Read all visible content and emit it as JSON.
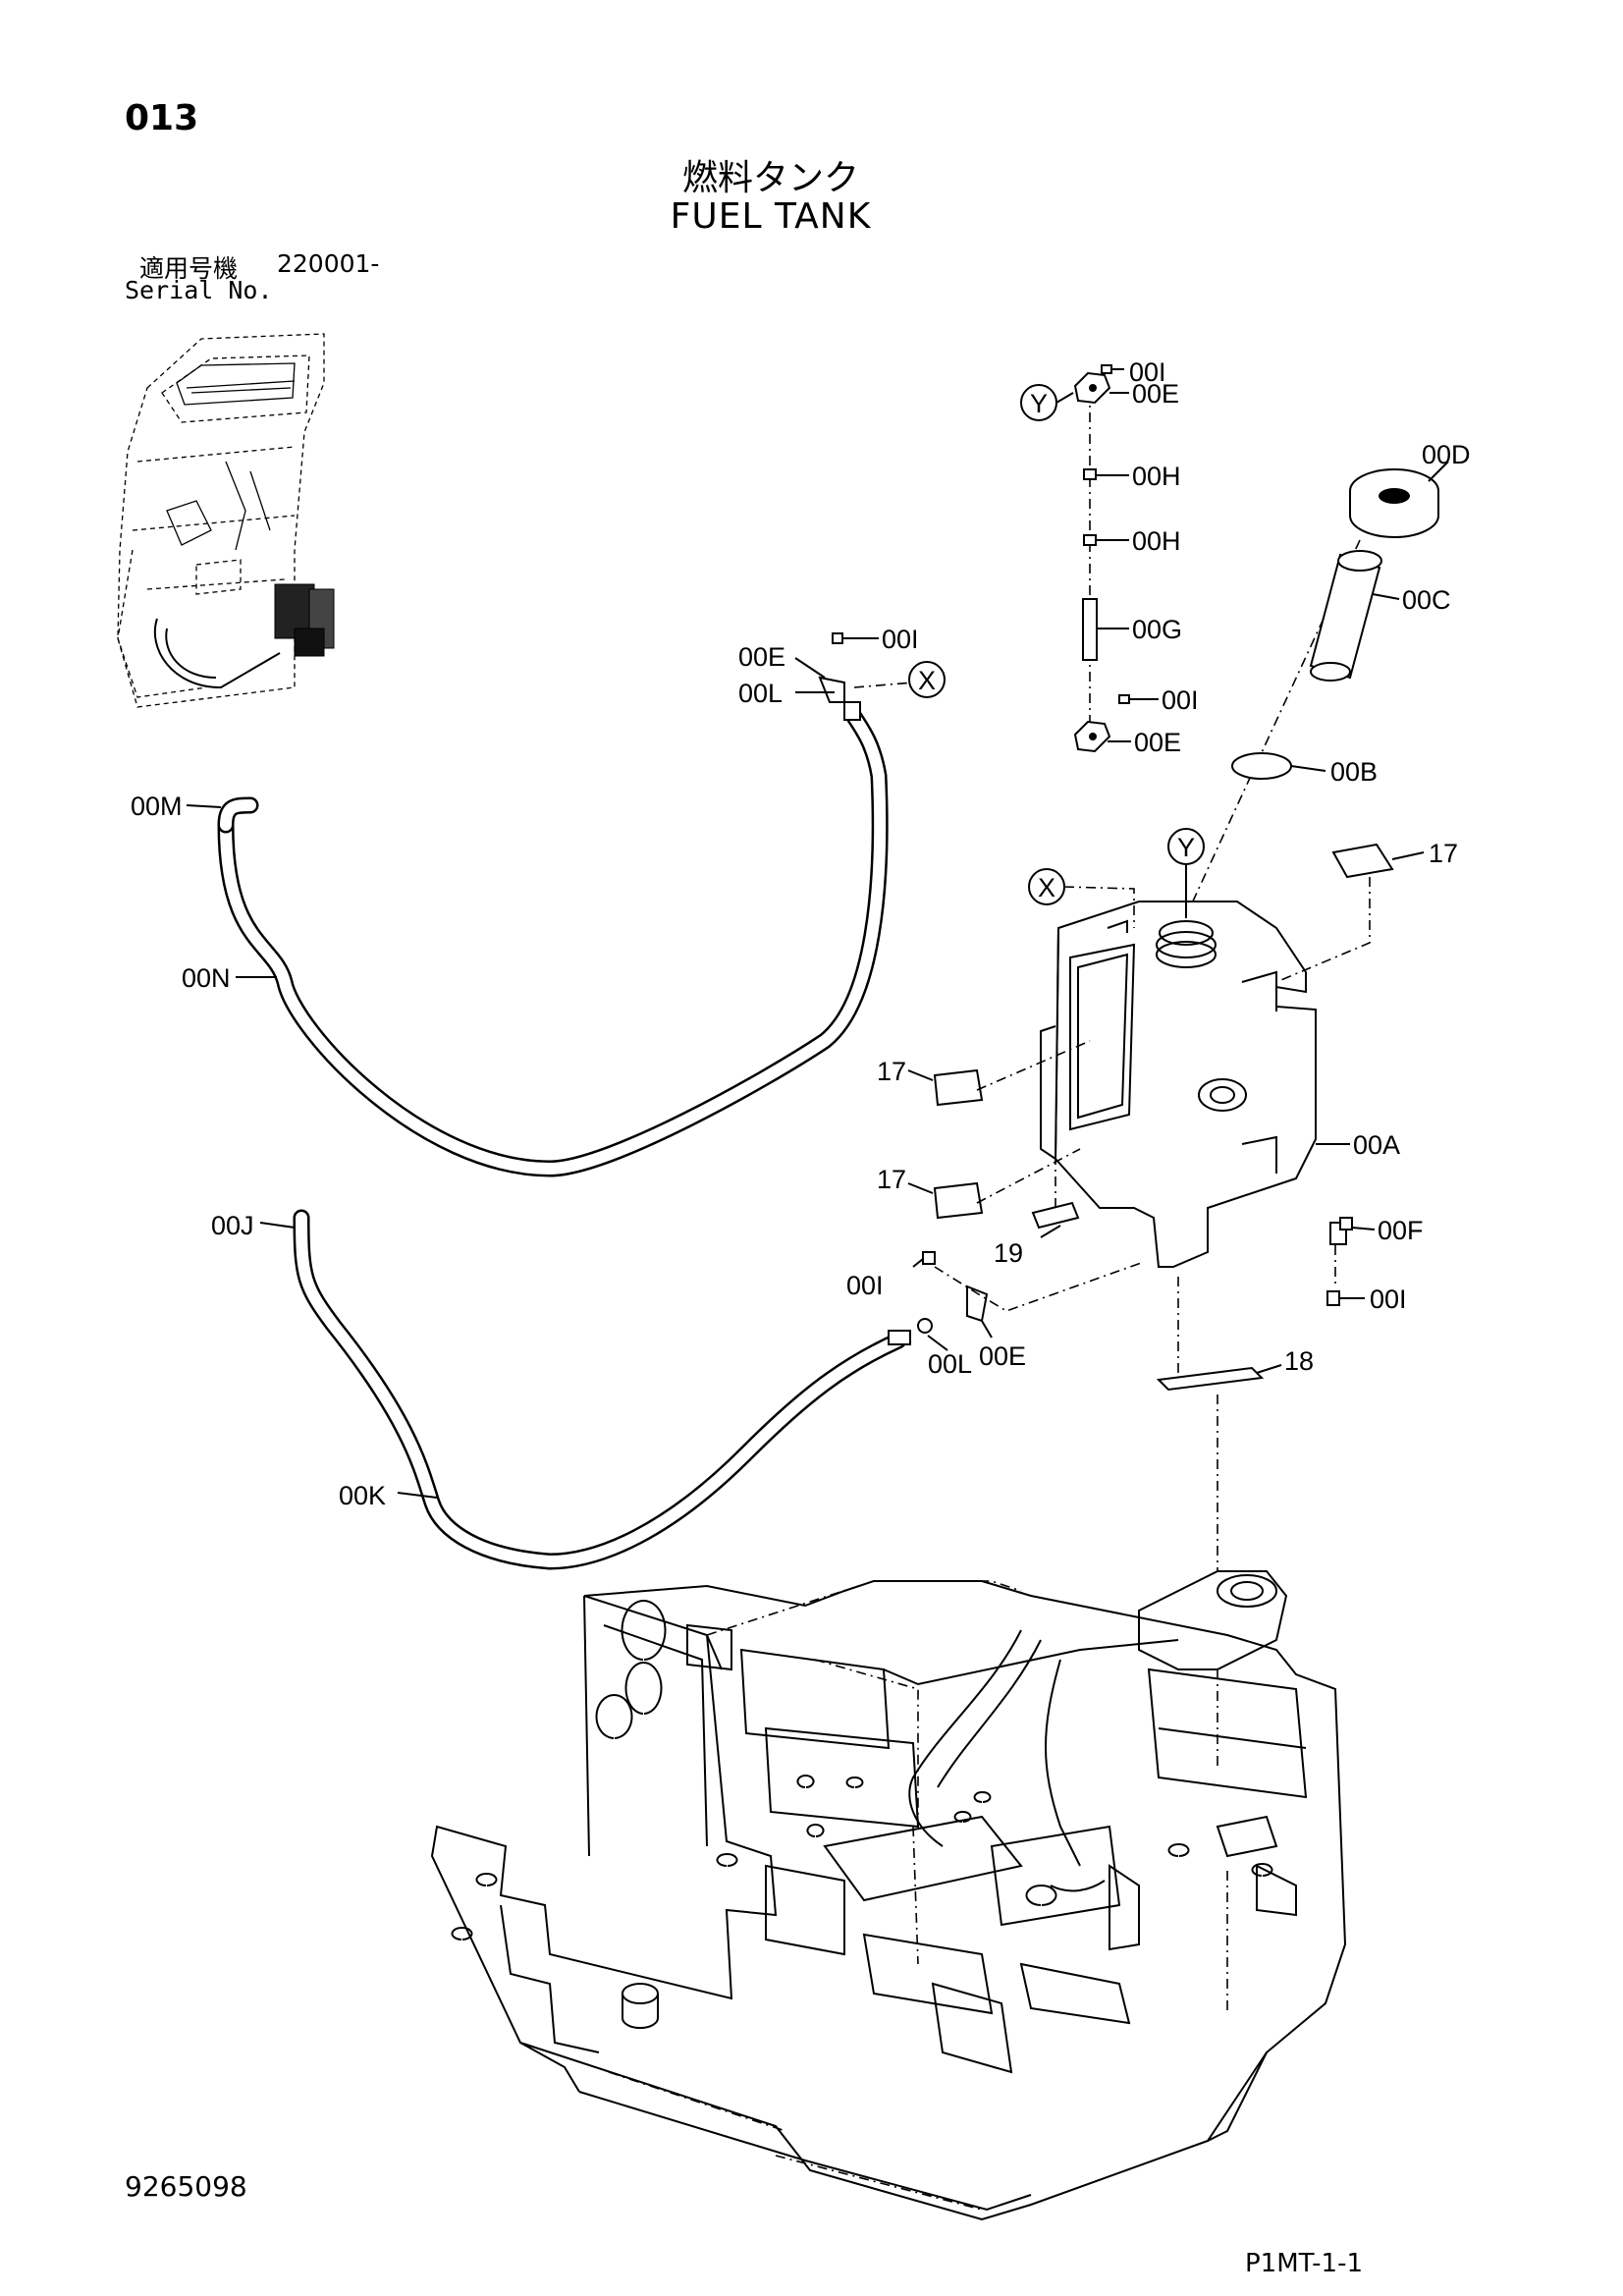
{
  "header": {
    "page_number": "013",
    "title_ja": "燃料タンク",
    "title_en": "FUEL TANK",
    "serial_label_ja": "適用号機",
    "serial_value": "220001-",
    "serial_label_en": "Serial No."
  },
  "footer": {
    "doc_number": "9265098",
    "page_code": "P1MT-1-1"
  },
  "callouts": {
    "l_00I_top": "00I",
    "l_00E_top": "00E",
    "l_00H_1": "00H",
    "l_00H_2": "00H",
    "l_00G": "00G",
    "l_00I_mid": "00I",
    "l_00E_mid": "00E",
    "l_00D": "00D",
    "l_00C": "00C",
    "l_00B": "00B",
    "l_17_top": "17",
    "l_17_left1": "17",
    "l_17_left2": "17",
    "l_19": "19",
    "l_00A": "00A",
    "l_00F": "00F",
    "l_00I_right": "00I",
    "l_18": "18",
    "l_00E_hose": "00E",
    "l_00I_hose": "00I",
    "l_00L_hose": "00L",
    "l_00M": "00M",
    "l_00N": "00N",
    "l_00J": "00J",
    "l_00I_low": "00I",
    "l_00L_low": "00L",
    "l_00E_low": "00E",
    "l_00K": "00K"
  },
  "reference_marks": {
    "mark_x_top": "X",
    "mark_x_tank": "X",
    "mark_y_top": "Y",
    "mark_y_tank": "Y"
  }
}
